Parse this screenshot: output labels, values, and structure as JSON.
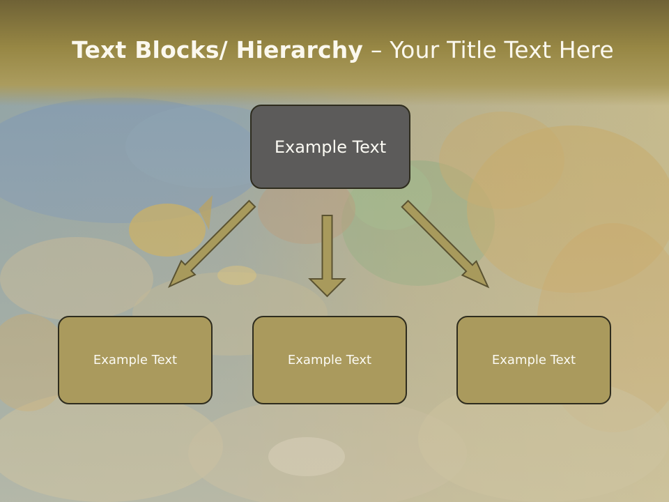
{
  "slide": {
    "title_bold": "Text Blocks/ Hierarchy",
    "title_rest": " – Your Title Text Here"
  },
  "diagram": {
    "top_box": {
      "label": "Example Text"
    },
    "child_boxes": [
      {
        "label": "Example Text"
      },
      {
        "label": "Example Text"
      },
      {
        "label": "Example Text"
      }
    ]
  },
  "colors": {
    "title_band": "#978744",
    "top_box_fill": "#5c5b5a",
    "child_box_fill": "#aa9a5d",
    "arrow_fill": "#a89a5c",
    "box_border": "#2e2c1e",
    "text": "#fbfaf3"
  }
}
